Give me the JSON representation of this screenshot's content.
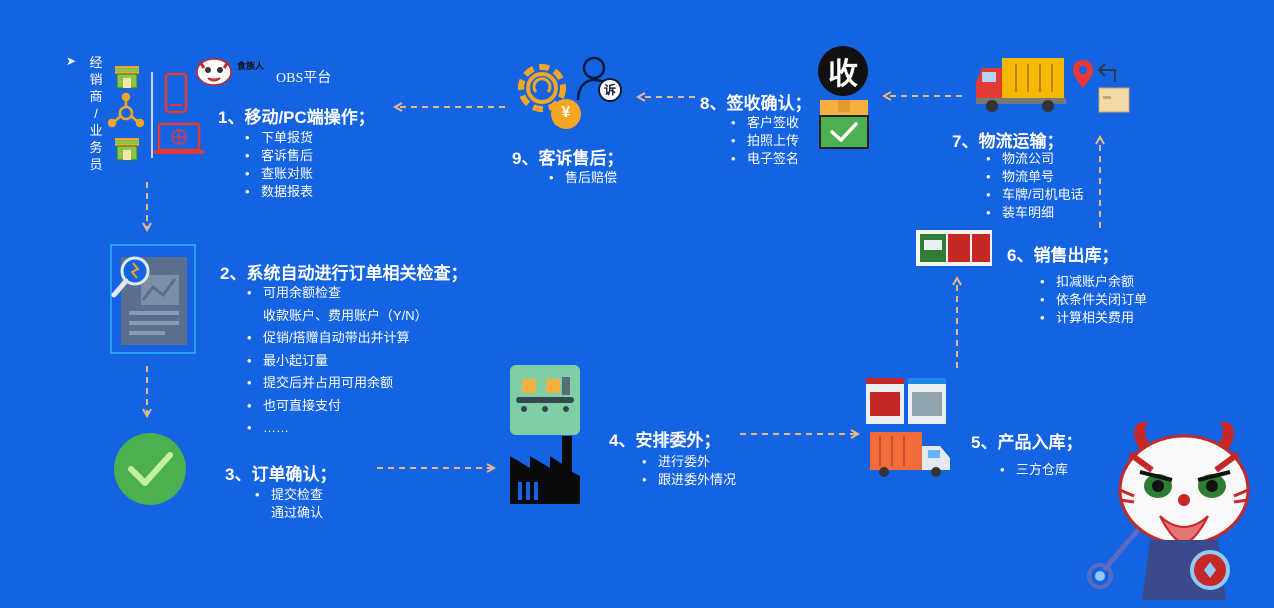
{
  "roles": {
    "label": "经\n销\n商\n/\n业\n务\n员"
  },
  "brand": {
    "platform": "OBS平台",
    "logo_text": "食族人"
  },
  "steps": {
    "s1": {
      "title": "1、移动/PC端操作；",
      "items": [
        "下单报货",
        "客诉售后",
        "查账对账",
        "数据报表"
      ]
    },
    "s2": {
      "title": "2、系统自动进行订单相关检查；",
      "items": [
        "可用余额检查",
        "收款账户、费用账户（Y/N）",
        "促销/搭赠自动带出并计算",
        "最小起订量",
        "提交后并占用可用余额",
        "也可直接支付",
        "……"
      ]
    },
    "s3": {
      "title": "3、订单确认；",
      "items": [
        "提交检查",
        "通过确认"
      ]
    },
    "s4": {
      "title": "4、安排委外；",
      "items": [
        "进行委外",
        "跟进委外情况"
      ]
    },
    "s5": {
      "title": "5、产品入库；",
      "items": [
        "三方仓库"
      ]
    },
    "s6": {
      "title": "6、销售出库；",
      "items": [
        "扣减账户余额",
        "依条件关闭订单",
        "计算相关费用"
      ]
    },
    "s7": {
      "title": "7、物流运输；",
      "items": [
        "物流公司",
        "物流单号",
        "车牌/司机电话",
        "装车明细"
      ]
    },
    "s8": {
      "title": "8、签收确认；",
      "items": [
        "客户签收",
        "拍照上传",
        "电子签名"
      ]
    },
    "s9": {
      "title": "9、客诉售后；",
      "items": [
        "售后赔偿"
      ]
    }
  },
  "icons": {
    "receive_char": "收",
    "complaint_char": "诉",
    "yuan_char": "¥",
    "names": [
      "store-icon",
      "network-icon",
      "phone-icon",
      "laptop-icon",
      "report-icon",
      "check-icon",
      "conveyor-icon",
      "factory-icon",
      "product-icon",
      "truck-icon",
      "receive-icon",
      "box-check-icon",
      "gear-icon",
      "user-complaint-icon",
      "location-icon",
      "mascot-icon"
    ]
  },
  "colors": {
    "background": "#1463e3",
    "arrow": "#e6b98a",
    "check_green": "#4caf50",
    "accent_orange": "#f5a623",
    "accent_red": "#e53935"
  }
}
